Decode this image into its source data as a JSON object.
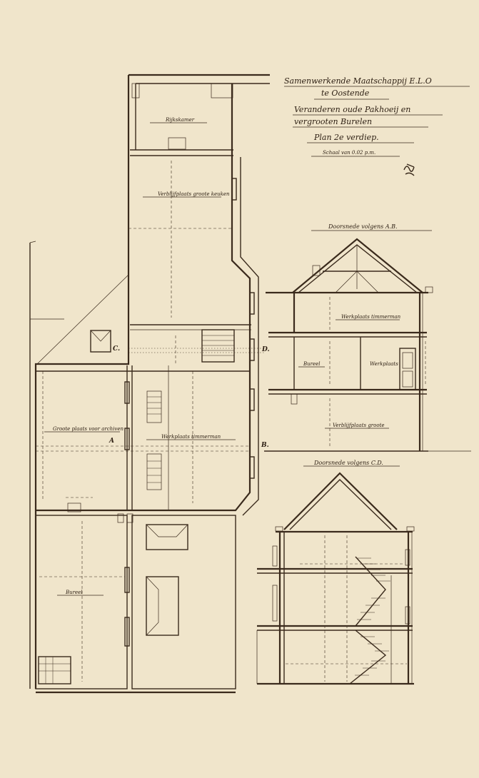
{
  "title_block": {
    "company": "Samenwerkende Maatschappij E.L.O",
    "place": "te Oostende",
    "subject_line1": "Veranderen oude Pakhoeij en",
    "subject_line2": "vergrooten Burelen",
    "plan": "Plan 2e verdiep.",
    "scale": "Schaal van 0.02 p.m."
  },
  "rooms": {
    "top": "Rijkskamer",
    "kitchen": "Verblijfplaats groote keuken",
    "left_room": "Groote plaats voor archiven",
    "middle": "Werkplaats timmerman",
    "bureau": "Bureel"
  },
  "sections": {
    "ab_title": "Doorsnede volgens A.B.",
    "ab_upper": "Werkplaats timmerman",
    "ab_bureel": "Bureel",
    "ab_right": "Werkplaats",
    "ab_lower": "Verblijfplaats groote",
    "cd_title": "Doorsnede volgens C.D."
  },
  "markers": {
    "a": "A",
    "b": "B.",
    "c": "C.",
    "d": "D."
  }
}
